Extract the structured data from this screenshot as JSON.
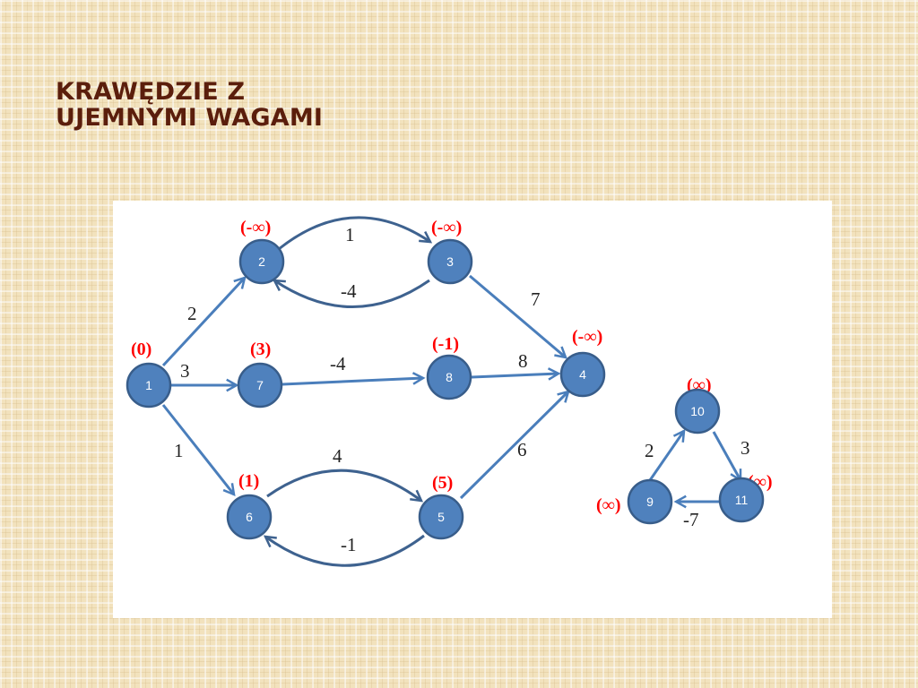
{
  "title": {
    "line1": "KRAWĘDZIE Z",
    "line2": "UJEMNYMI WAGAMI"
  },
  "colors": {
    "node_fill": "#4f81bd",
    "edge": "#4a7ebb",
    "distance_label": "#ff0000",
    "title": "#5b1e0c"
  },
  "graph": {
    "nodes": [
      {
        "id": "1",
        "label": "1",
        "distance": "(0)"
      },
      {
        "id": "2",
        "label": "2",
        "distance": "(-∞)"
      },
      {
        "id": "3",
        "label": "3",
        "distance": "(-∞)"
      },
      {
        "id": "4",
        "label": "4",
        "distance": "(-∞)"
      },
      {
        "id": "5",
        "label": "5",
        "distance": "(5)"
      },
      {
        "id": "6",
        "label": "6",
        "distance": "(1)"
      },
      {
        "id": "7",
        "label": "7",
        "distance": "(3)"
      },
      {
        "id": "8",
        "label": "8",
        "distance": "(-1)"
      },
      {
        "id": "9",
        "label": "9",
        "distance": "(∞)"
      },
      {
        "id": "10",
        "label": "10",
        "distance": "(∞)"
      },
      {
        "id": "11",
        "label": "11",
        "distance": "(∞)"
      }
    ],
    "edges": [
      {
        "from": "1",
        "to": "2",
        "weight": "2"
      },
      {
        "from": "1",
        "to": "7",
        "weight": "3"
      },
      {
        "from": "1",
        "to": "6",
        "weight": "1"
      },
      {
        "from": "2",
        "to": "3",
        "weight": "1"
      },
      {
        "from": "3",
        "to": "2",
        "weight": "-4"
      },
      {
        "from": "3",
        "to": "4",
        "weight": "7"
      },
      {
        "from": "7",
        "to": "8",
        "weight": "-4"
      },
      {
        "from": "8",
        "to": "4",
        "weight": "8"
      },
      {
        "from": "6",
        "to": "5",
        "weight": "4"
      },
      {
        "from": "5",
        "to": "6",
        "weight": "-1"
      },
      {
        "from": "5",
        "to": "4",
        "weight": "6"
      },
      {
        "from": "9",
        "to": "10",
        "weight": "2"
      },
      {
        "from": "10",
        "to": "11",
        "weight": "3"
      },
      {
        "from": "11",
        "to": "9",
        "weight": "-7"
      }
    ]
  }
}
